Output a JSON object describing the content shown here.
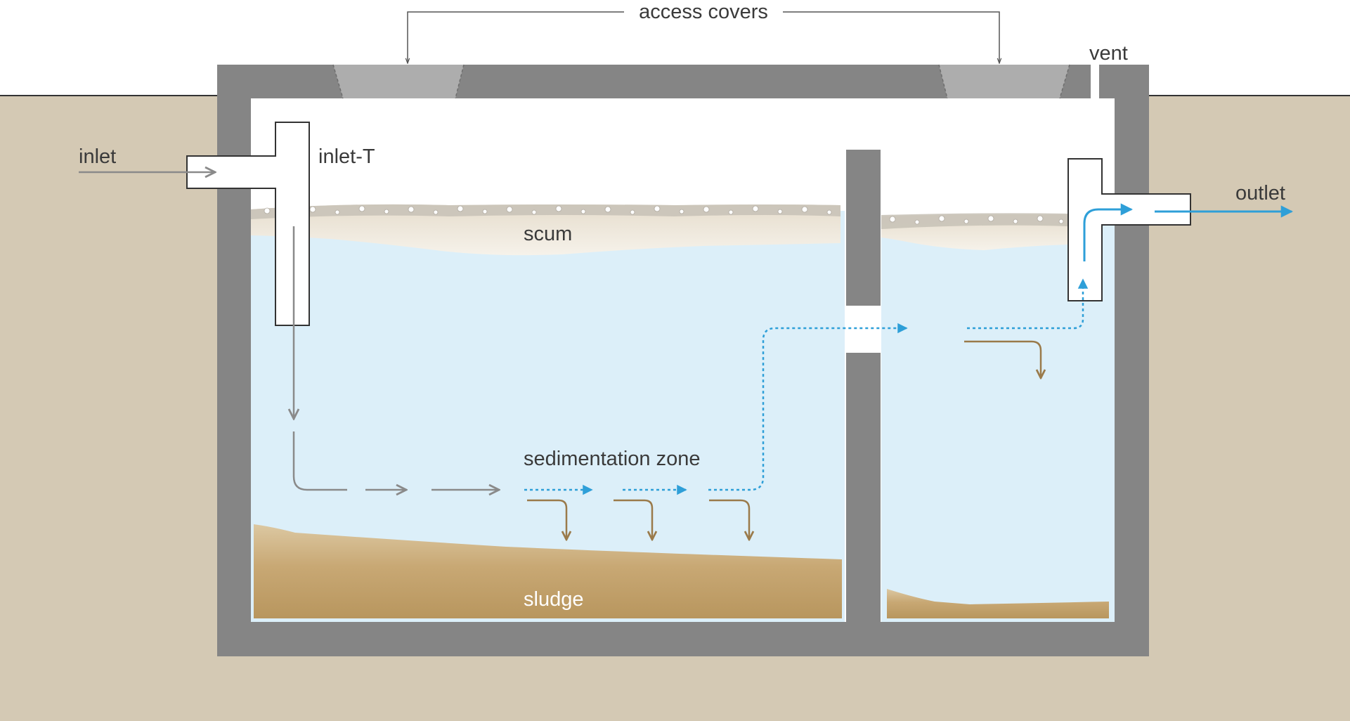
{
  "labels": {
    "access_covers": "access covers",
    "vent": "vent",
    "inlet": "inlet",
    "inlet_t": "inlet-T",
    "outlet": "outlet",
    "scum": "scum",
    "sedimentation_zone": "sedimentation zone",
    "sludge": "sludge"
  },
  "colors": {
    "ground": "#d4c9b4",
    "concrete": "#858585",
    "cover": "#adadad",
    "water": "#dceff9",
    "scum": "#efe8dc",
    "sludge_top": "#d8c39c",
    "sludge_bottom": "#b8965e",
    "flow_gray": "#8a8a8a",
    "flow_blue": "#2e9fd8",
    "flow_brown": "#9a7a4a",
    "text": "#3a3a3a"
  }
}
